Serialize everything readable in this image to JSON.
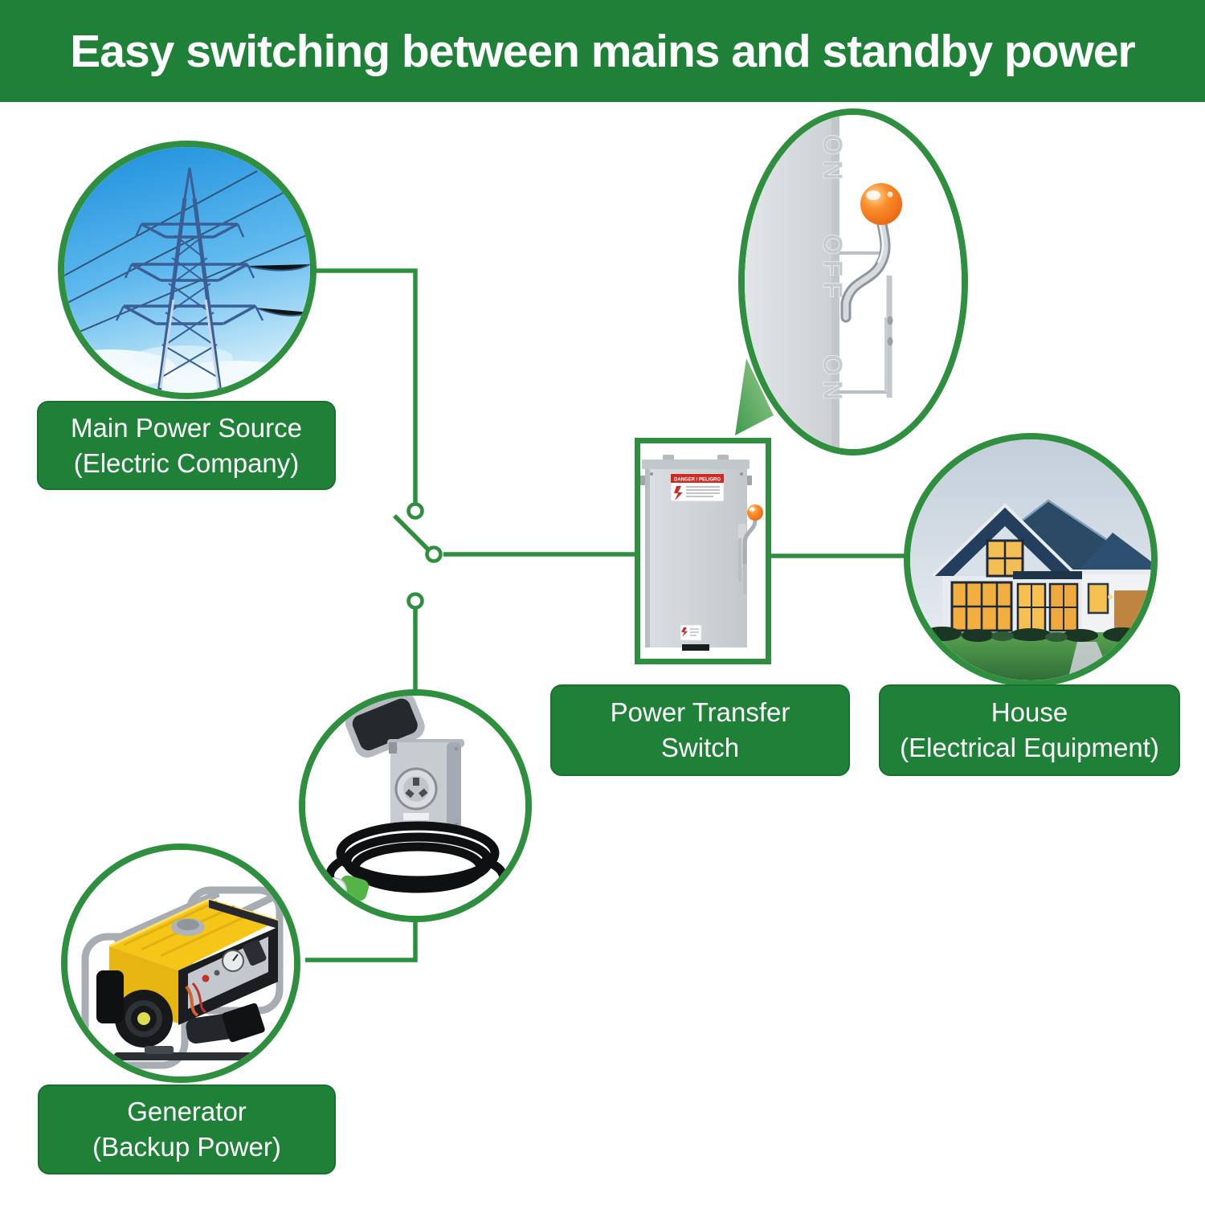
{
  "header": {
    "title": "Easy switching between mains and standby power"
  },
  "labels": {
    "main_power": {
      "line1": "Main Power Source",
      "line2": "(Electric Company)"
    },
    "transfer_switch": {
      "line1": "Power Transfer",
      "line2": "Switch"
    },
    "house": {
      "line1": "House",
      "line2": "(Electrical Equipment)"
    },
    "generator": {
      "line1": "Generator",
      "line2": "(Backup Power)"
    }
  },
  "detail_view": {
    "embossed_top": "ON",
    "embossed_middle": "OFF",
    "embossed_bottom": "ON"
  },
  "switch_device": {
    "danger_text": "DANGER / PELIGRO"
  },
  "colors": {
    "banner_green": "#1F8138",
    "line_green": "#2E8F3E",
    "handle_orange": "#F5731E",
    "text_white": "#FFFFFF"
  }
}
